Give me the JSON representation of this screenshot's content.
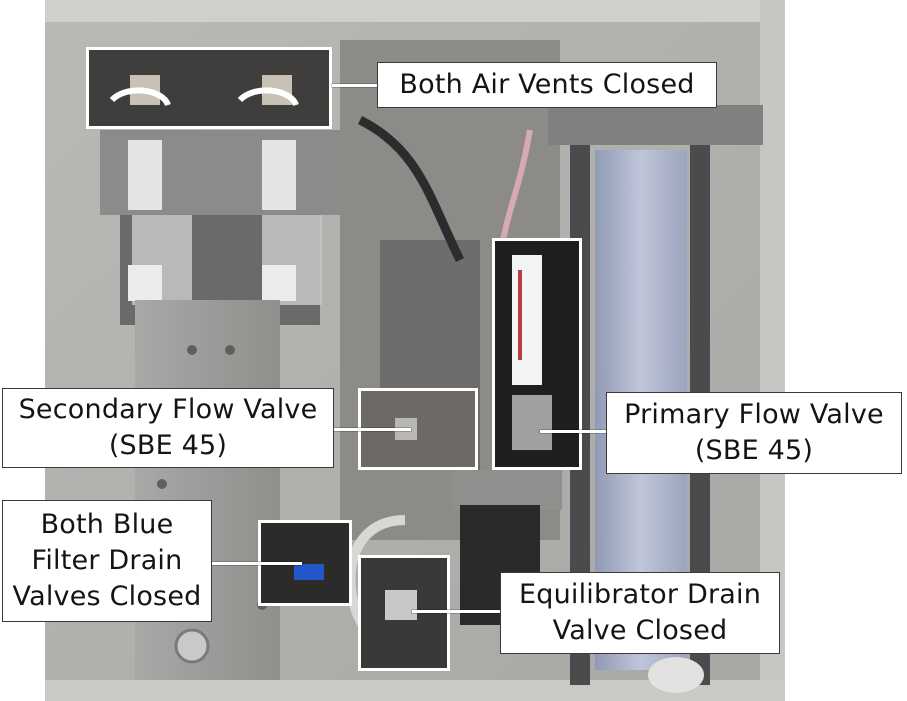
{
  "figure": {
    "callouts": [
      {
        "id": "air-vents",
        "lines": [
          "Both Air Vents Closed"
        ]
      },
      {
        "id": "secondary-flow-valve",
        "lines": [
          "Secondary Flow Valve",
          "(SBE 45)"
        ]
      },
      {
        "id": "primary-flow-valve",
        "lines": [
          "Primary Flow Valve",
          "(SBE 45)"
        ]
      },
      {
        "id": "blue-filter-drain",
        "lines": [
          "Both Blue",
          "Filter Drain",
          "Valves Closed"
        ]
      },
      {
        "id": "equilibrator-drain",
        "lines": [
          "Equilibrator Drain",
          "Valve Closed"
        ]
      }
    ]
  },
  "colors": {
    "frame": "#ffffff",
    "label_bg": "#ffffff",
    "label_border": "#3a3a3a",
    "label_text": "#141414"
  }
}
